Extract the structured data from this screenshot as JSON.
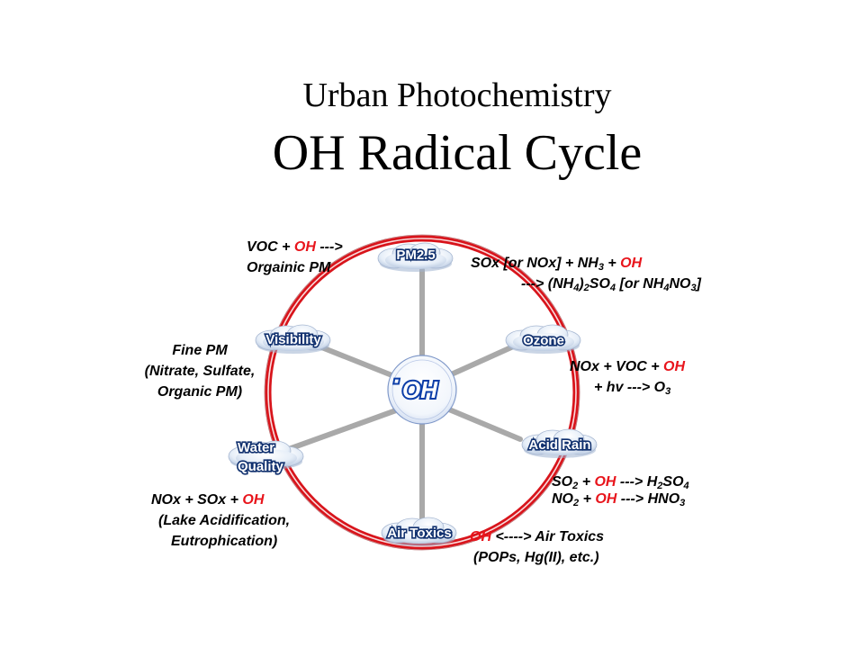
{
  "title": {
    "line1": "Urban Photochemistry",
    "line2": "OH Radical Cycle"
  },
  "center": {
    "dot": "·",
    "label": "OH"
  },
  "nodes": {
    "pm25": "PM2.5",
    "ozone": "Ozone",
    "acid_rain": "Acid Rain",
    "air_toxics": "Air Toxics",
    "water_quality_1": "Water",
    "water_quality_2": "Quality",
    "visibility": "Visibility"
  },
  "annotations": {
    "voc": {
      "a": "VOC + ",
      "oh": "OH",
      "b": " --->",
      "line2": "Orgainic PM"
    },
    "sox": {
      "l1a": "SOx [or NOx] + NH",
      "l1sub": "3",
      "l1b": " + ",
      "l1oh": "OH",
      "l2a": "---> (NH",
      "l2sub1": "4",
      "l2b": ")",
      "l2sub2": "2",
      "l2c": "SO",
      "l2sub3": "4",
      "l2d": " [or NH",
      "l2sub4": "4",
      "l2e": "NO",
      "l2sub5": "3",
      "l2f": "]"
    },
    "ozone": {
      "l1a": "NOx + VOC + ",
      "l1oh": "OH",
      "line2": "+ hv ---> O",
      "l2sub": "3"
    },
    "fine_pm": {
      "line1": "Fine PM",
      "line2": "(Nitrate, Sulfate,",
      "line3": "Organic PM)"
    },
    "acid": {
      "l1a": "SO",
      "l1sub1": "2",
      "l1b": " + ",
      "l1oh": "OH",
      "l1c": " ---> H",
      "l1sub2": "2",
      "l1d": "SO",
      "l1sub3": "4",
      "l2a": "NO",
      "l2sub1": "2",
      "l2b": " + ",
      "l2oh": "OH",
      "l2c": " ---> HNO",
      "l2sub2": "3"
    },
    "water": {
      "l1a": "NOx + SOx + ",
      "l1oh": "OH",
      "line2": "(Lake Acidification,",
      "line3": "Eutrophication)"
    },
    "toxics": {
      "l1oh": "OH",
      "l1b": " <----> Air Toxics",
      "line2": "(POPs, Hg(II), etc.)"
    }
  },
  "colors": {
    "ring_red": "#d8141b",
    "oh_red": "#e8141b",
    "spoke_gray": "#a9a9a9",
    "center_blue": "#1f57d6"
  }
}
